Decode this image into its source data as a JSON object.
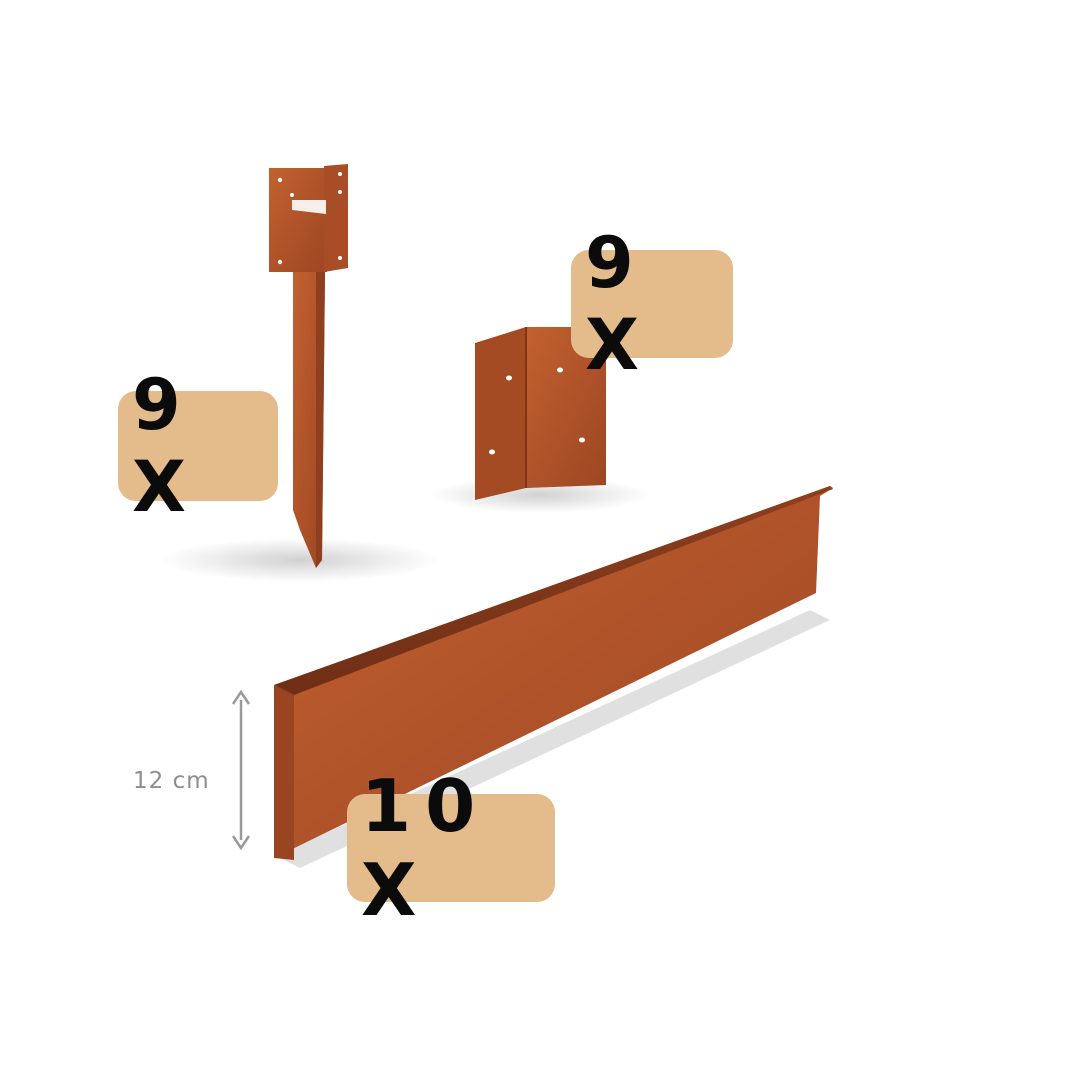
{
  "badges": {
    "stake_count": "9 X",
    "bracket_count": "9 X",
    "edging_count": "10 X"
  },
  "dimension": {
    "height_label": "12 cm"
  },
  "colors": {
    "badge_background": "#e4bb8a",
    "corten_steel": "#b4552a",
    "badge_text": "#0b0b0b",
    "dimension_gray": "#9a9a9a"
  }
}
